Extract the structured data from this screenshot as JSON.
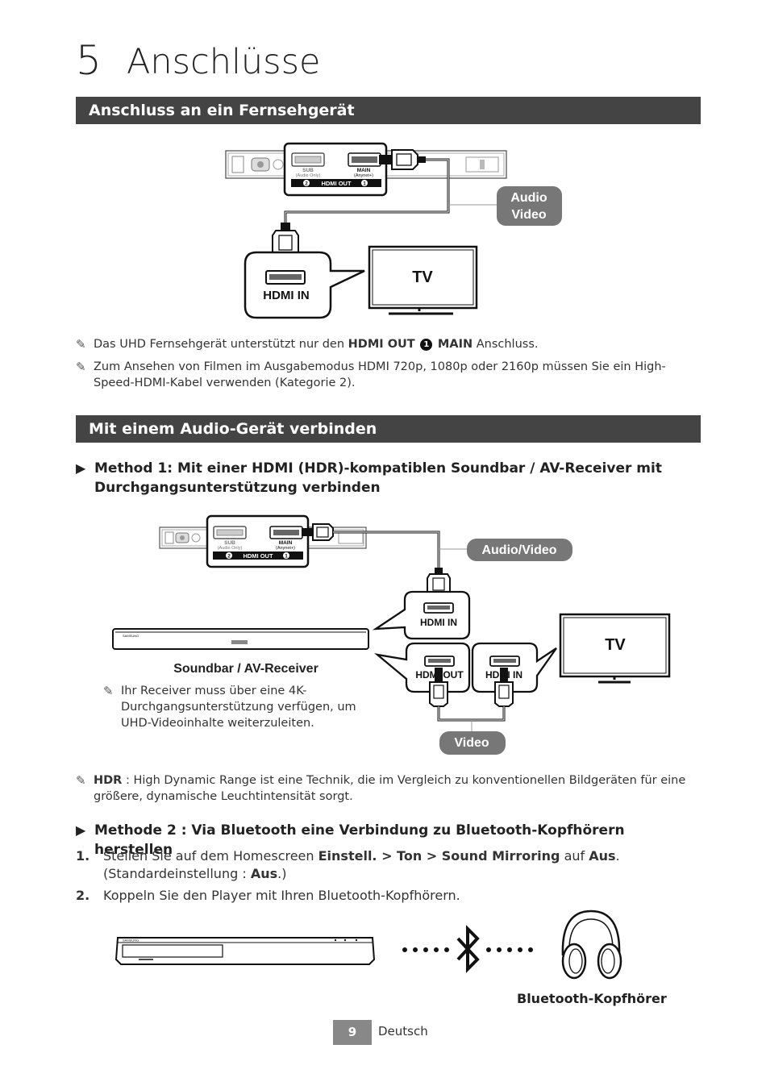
{
  "chapter": {
    "number": "5",
    "title": "Anschlüsse"
  },
  "section1": {
    "title": "Anschluss an ein Fernsehgerät",
    "diagram": {
      "port_sub": "SUB",
      "port_sub_note": "(Audio Only)",
      "port_main": "MAIN",
      "port_main_note": "(Anynet+)",
      "hdmi_out": "HDMI OUT",
      "num2": "2",
      "num1": "1",
      "audio_video_line1": "Audio",
      "audio_video_line2": "Video",
      "hdmi_in": "HDMI IN",
      "tv": "TV"
    },
    "note1": {
      "pre": "Das UHD Fernsehgerät unterstützt nur den ",
      "bold1": "HDMI OUT",
      "circle": "1",
      "bold2": "MAIN",
      "post": " Anschluss."
    },
    "note2": "Zum Ansehen von Filmen im Ausgabemodus HDMI 720p, 1080p oder 2160p müssen Sie ein High-Speed-HDMI-Kabel verwenden (Kategorie 2)."
  },
  "section2": {
    "title": "Mit einem Audio-Gerät verbinden",
    "method1_line1": "Method 1: Mit einer HDMI (HDR)-kompatiblen Soundbar / AV-Receiver mit",
    "method1_line2": "Durchgangsunterstützung verbinden",
    "diagram": {
      "port_sub": "SUB",
      "port_sub_note": "(Audio Only)",
      "port_main": "MAIN",
      "port_main_note": "(Anynet+)",
      "hdmi_out": "HDMI OUT",
      "num2": "2",
      "num1": "1",
      "audio_video": "Audio/Video",
      "hdmi_in": "HDMI IN",
      "hdmi_out_port": "HDMI OUT",
      "hdmi_in_port": "HDMI IN",
      "tv": "TV",
      "soundbar_brand": "SAMSUNG",
      "soundbar_label": "Soundbar / AV-Receiver",
      "video": "Video"
    },
    "receiver_note": "Ihr Receiver muss über eine 4K-Durchgangsunterstützung verfügen, um UHD-Videoinhalte weiterzuleiten.",
    "hdr_note": {
      "bold": "HDR",
      "text": " : High Dynamic Range ist eine Technik, die im Vergleich zu konventionellen Bildgeräten für eine größere, dynamische Leuchtintensität sorgt."
    },
    "method2": "Methode 2 : Via Bluetooth eine Verbindung zu Bluetooth-Kopfhörern herstellen",
    "step1": {
      "n": "1.",
      "pre": "Stellen Sie auf dem Homescreen ",
      "b1": "Einstell.",
      "sep1": " > ",
      "b2": "Ton",
      "sep2": " > ",
      "b3": "Sound Mirroring",
      "mid": " auf ",
      "b4": "Aus",
      "post": ".",
      "line2_pre": "(Standardeinstellung : ",
      "line2_b": "Aus",
      "line2_post": ".)"
    },
    "step2": {
      "n": "2.",
      "text": "Koppeln Sie den Player mit Ihren Bluetooth-Kopfhörern."
    },
    "player_brand": "SAMSUNG",
    "headphones_label": "Bluetooth-Kopfhörer"
  },
  "footer": {
    "page": "9",
    "language": "Deutsch"
  }
}
